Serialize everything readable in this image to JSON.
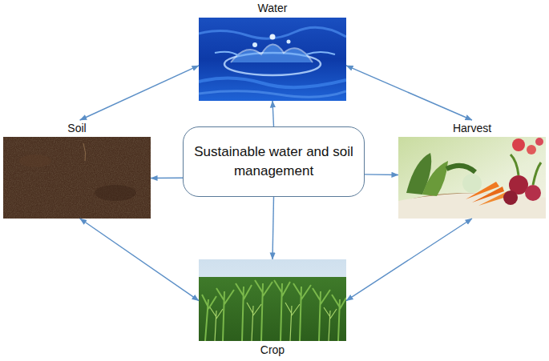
{
  "diagram": {
    "nodes": [
      {
        "text": [
          "Water"
        ]
      },
      {
        "text": [
          "Soil"
        ]
      },
      {
        "text": [
          "Sustainable water and soil management"
        ]
      },
      {
        "text": [
          "Harvest"
        ]
      },
      {
        "text": [
          "Crop"
        ]
      }
    ],
    "edges": [
      {
        "from": 2,
        "to": 0,
        "arrow": "to"
      },
      {
        "from": 2,
        "to": 1,
        "arrow": "to"
      },
      {
        "from": 2,
        "to": 3,
        "arrow": "to"
      },
      {
        "from": 2,
        "to": 4,
        "arrow": "to"
      },
      {
        "from": 0,
        "to": 1,
        "arrow": "both"
      },
      {
        "from": 0,
        "to": 3,
        "arrow": "both"
      },
      {
        "from": 1,
        "to": 4,
        "arrow": "both"
      },
      {
        "from": 3,
        "to": 4,
        "arrow": "both"
      }
    ]
  }
}
